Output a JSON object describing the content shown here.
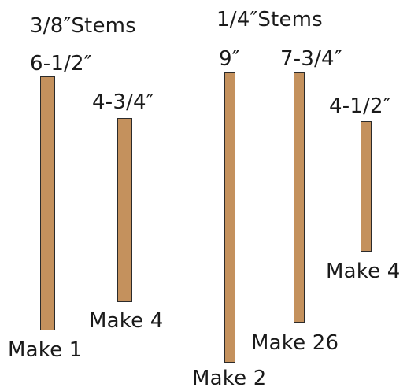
{
  "groups": {
    "three_eighths": {
      "heading": "3/8″Stems"
    },
    "one_quarter": {
      "heading": "1/4″Stems"
    }
  },
  "stems": [
    {
      "length": "6-1/2″",
      "quantity": "Make 1"
    },
    {
      "length": "4-3/4″",
      "quantity": "Make 4"
    },
    {
      "length": "9″",
      "quantity": "Make 2"
    },
    {
      "length": "7-3/4″",
      "quantity": "Make 26"
    },
    {
      "length": "4-1/2″",
      "quantity": "Make 4"
    }
  ],
  "colors": {
    "wood": "#c4915d",
    "outline": "#2b2b2b",
    "text": "#1a1a1a"
  }
}
